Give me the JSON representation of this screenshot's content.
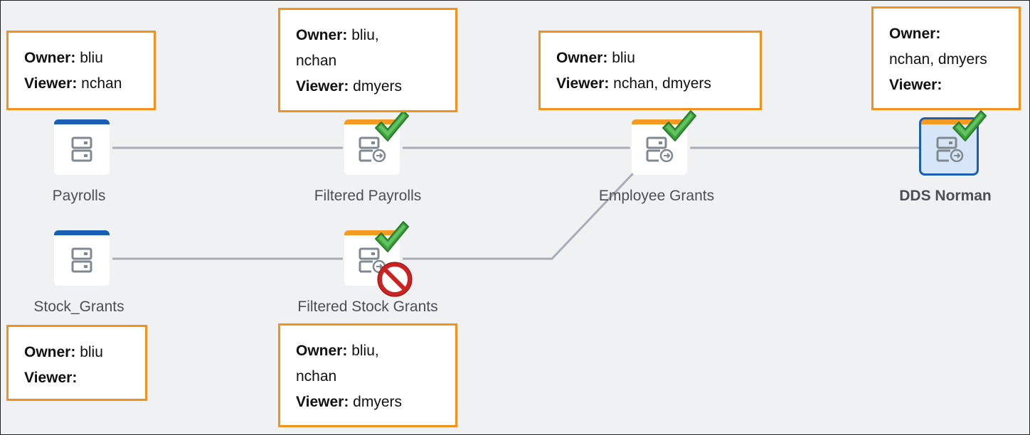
{
  "nodes": {
    "payrolls": {
      "label": "Payrolls"
    },
    "filtered_payrolls": {
      "label": "Filtered Payrolls"
    },
    "employee_grants": {
      "label": "Employee Grants"
    },
    "dds_norman": {
      "label": "DDS Norman"
    },
    "stock_grants": {
      "label": "Stock_Grants"
    },
    "filtered_stock_grants": {
      "label": "Filtered Stock Grants"
    }
  },
  "permissions": {
    "payrolls": {
      "owner_key": "Owner:",
      "owner": "bliu",
      "viewer_key": "Viewer:",
      "viewer": "nchan"
    },
    "filtered_payrolls": {
      "owner_key": "Owner:",
      "owner_1": "bliu,",
      "owner_2": "nchan",
      "viewer_key": "Viewer:",
      "viewer": "dmyers"
    },
    "employee_grants": {
      "owner_key": "Owner:",
      "owner": "bliu",
      "viewer_key": "Viewer:",
      "viewer": "nchan, dmyers"
    },
    "dds_norman": {
      "owner_key": "Owner:",
      "owner": "nchan, dmyers",
      "viewer_key": "Viewer:",
      "viewer": ""
    },
    "stock_grants": {
      "owner_key": "Owner:",
      "owner": "bliu",
      "viewer_key": "Viewer:",
      "viewer": ""
    },
    "filtered_stock_grants": {
      "owner_key": "Owner:",
      "owner_1": "bliu,",
      "owner_2": "nchan",
      "viewer_key": "Viewer:",
      "viewer": "dmyers"
    }
  },
  "colors": {
    "source_bar": "#1a5fb4",
    "derived_bar": "#f59a23",
    "permission_border": "#f2921c",
    "edge": "#a8aeb6",
    "check": "#3aa63a",
    "deny": "#cc2222"
  },
  "icons": {
    "dataset": "dataset-icon",
    "access_granted": "checkmark-icon",
    "access_denied": "prohibited-icon"
  }
}
